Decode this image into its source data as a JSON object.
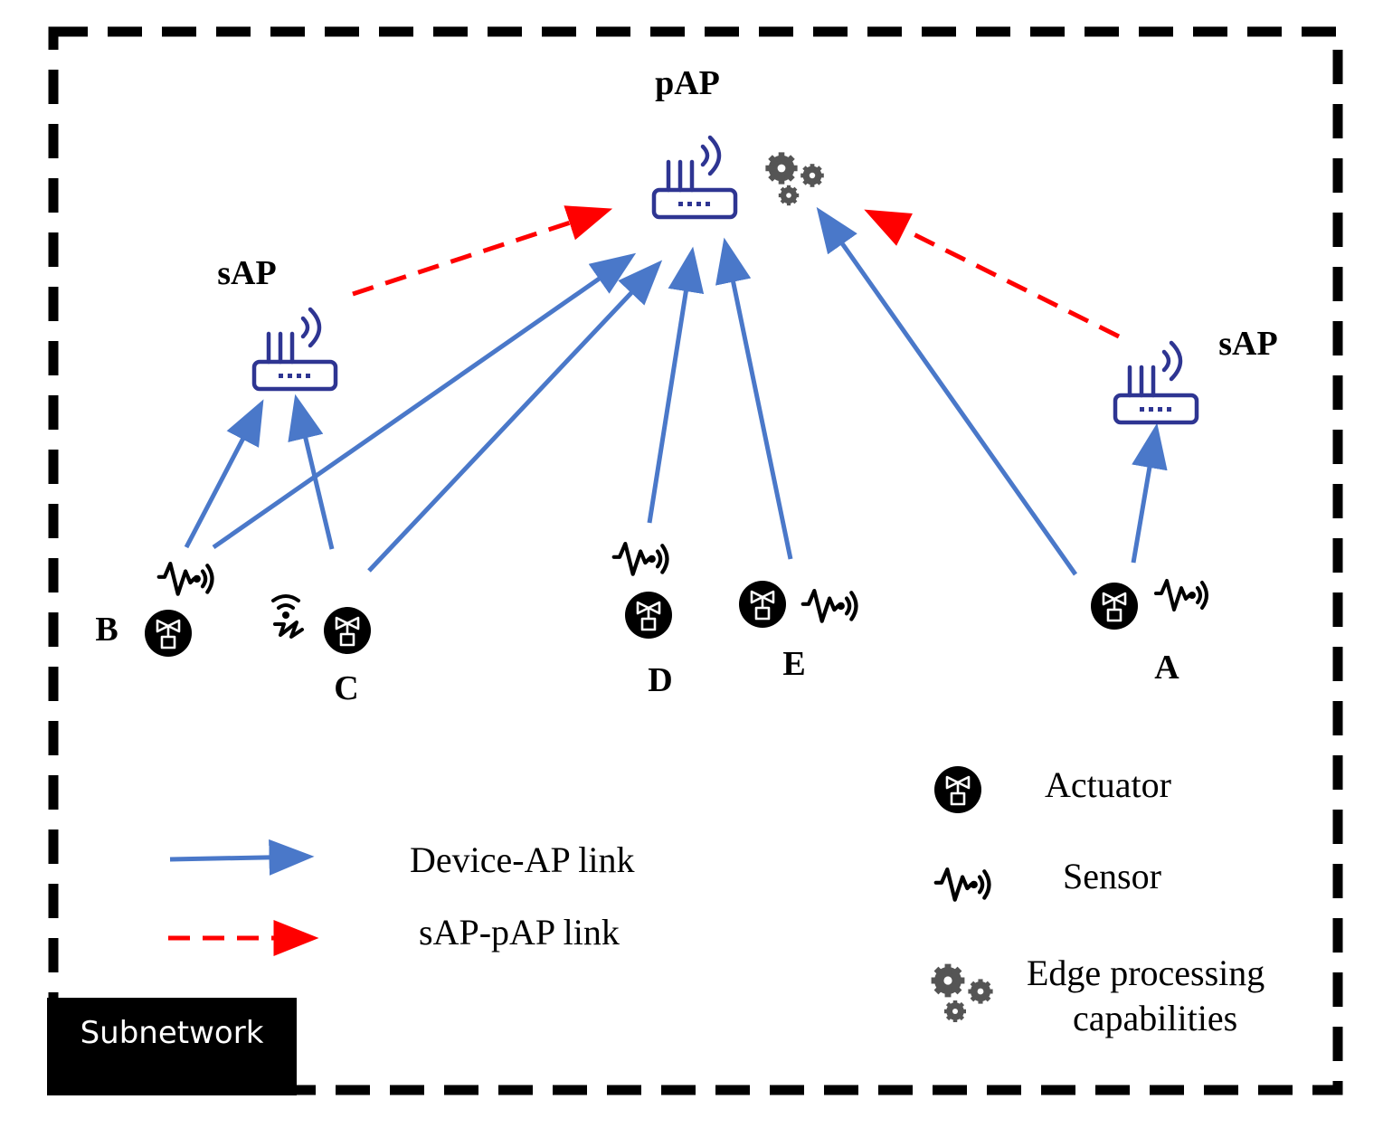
{
  "nodes": {
    "pap": {
      "label": "pAP"
    },
    "sap_left": {
      "label": "sAP"
    },
    "sap_right": {
      "label": "sAP"
    },
    "device_a": {
      "label": "A"
    },
    "device_b": {
      "label": "B"
    },
    "device_c": {
      "label": "C"
    },
    "device_d": {
      "label": "D"
    },
    "device_e": {
      "label": "E"
    }
  },
  "links": {
    "device_ap": {
      "color": "#4a78c9",
      "style": "solid"
    },
    "sap_pap": {
      "color": "#ff0000",
      "style": "dashed"
    }
  },
  "legend": {
    "device_ap_link": "Device-AP link",
    "sap_pap_link": "sAP-pAP link",
    "actuator": "Actuator",
    "sensor": "Sensor",
    "edge_line1": "Edge processing",
    "edge_line2": "capabilities"
  },
  "badge": {
    "label": "Subnetwork"
  },
  "icons": {
    "access_point": "router-icon",
    "edge": "gears-icon",
    "sensor": "sensor-icon",
    "actuator": "actuator-icon"
  }
}
